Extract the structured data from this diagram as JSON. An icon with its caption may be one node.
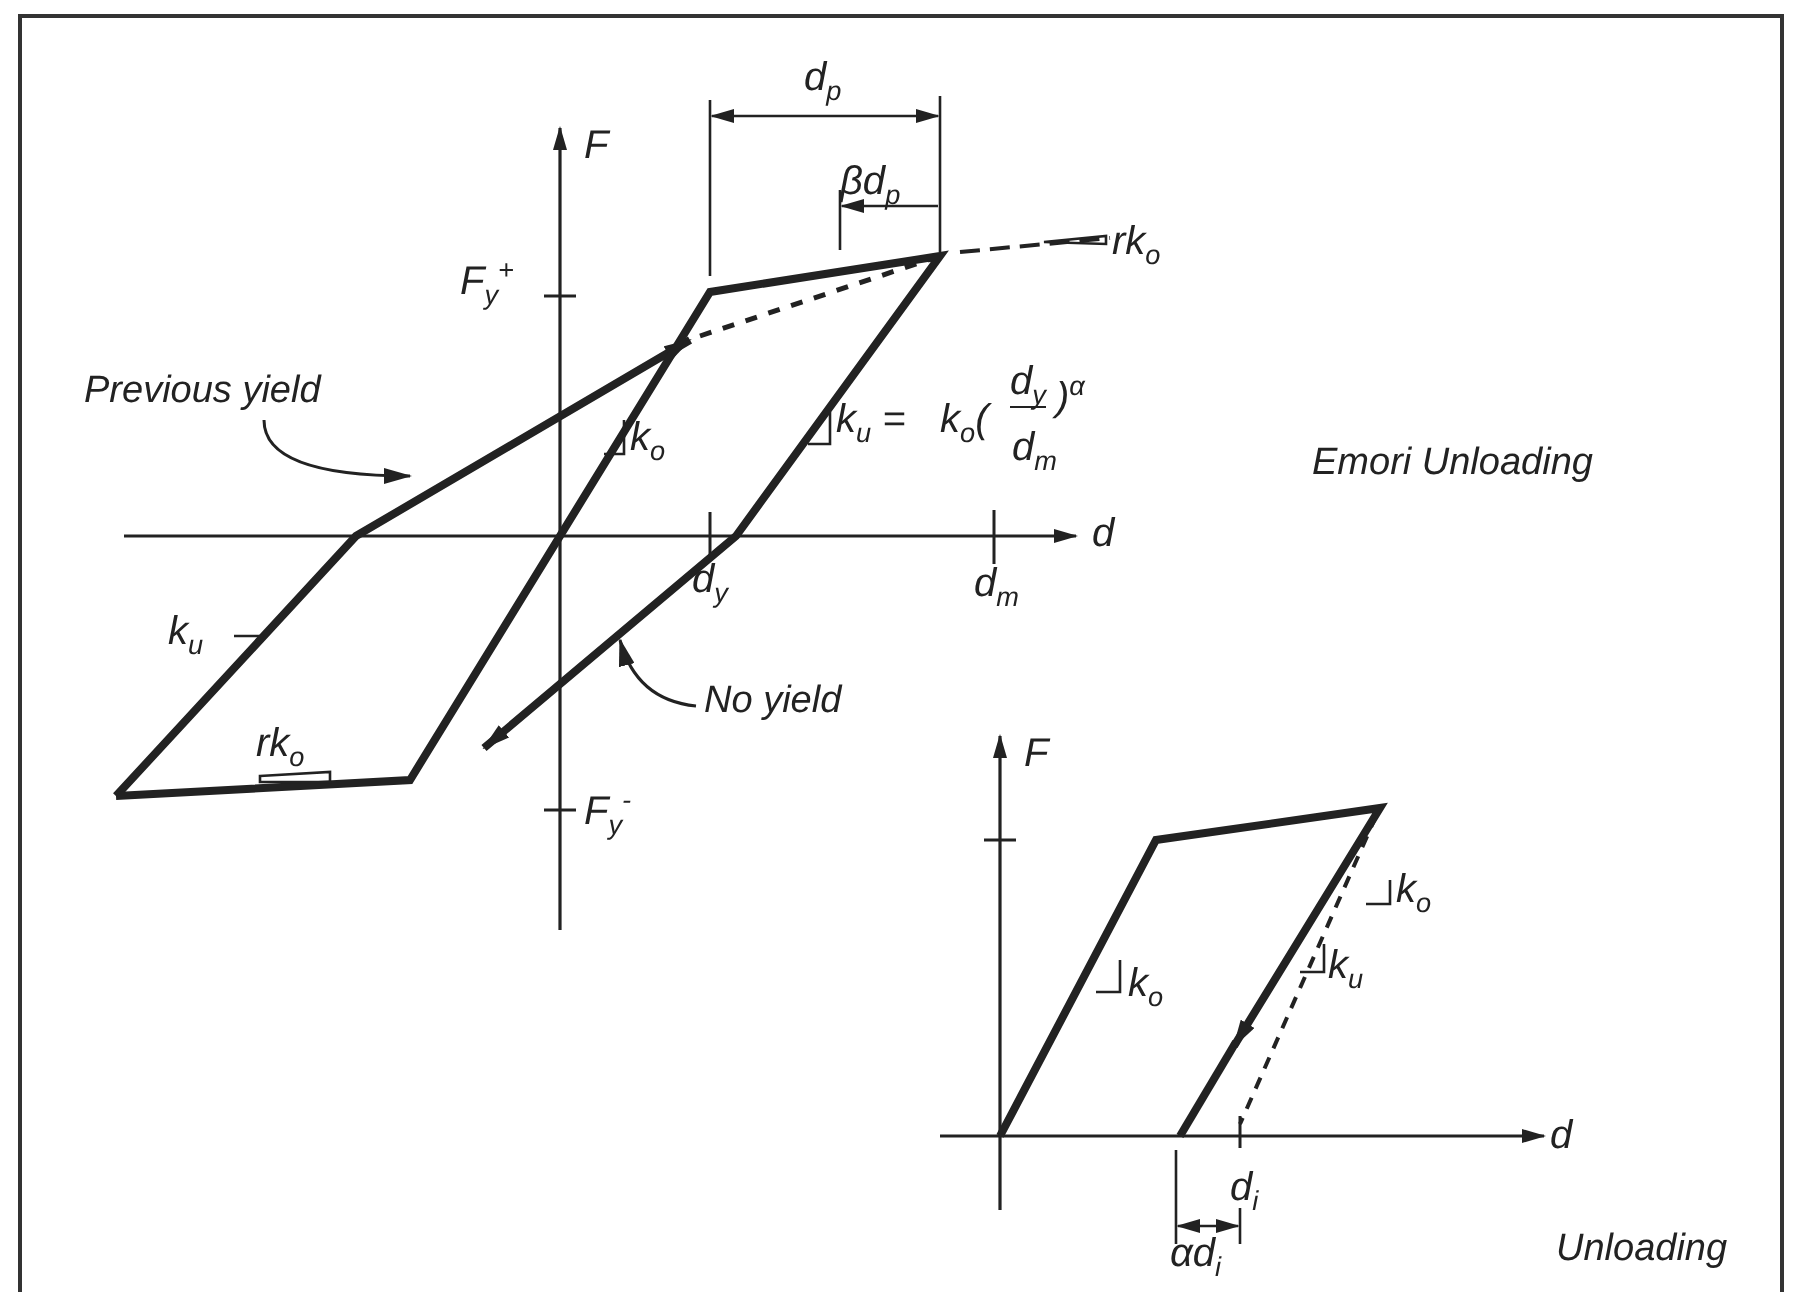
{
  "diagram": {
    "nodes": [
      {
        "text": [
          "Previous yield"
        ]
      },
      {
        "text": [
          "No yield"
        ]
      }
    ],
    "edges": [
      {
        "from": 0,
        "to": null,
        "arrow": "to"
      },
      {
        "from": 1,
        "to": null,
        "arrow": "to"
      }
    ],
    "labels": [
      "d$_{p}$",
      "F",
      "βd$_{p}$",
      "F$_{y}$$^{+}$",
      "rk$_{o}$",
      "k$_{o}$",
      "k$_{u}$ =",
      "k$_{o}$(",
      "d$_{y}$",
      "d$_{m}$",
      ")$^{α}$",
      "Emori Unloading",
      "d",
      "k$_{u}$",
      "d$_{y}$",
      "d$_{m}$",
      "rk$_{o}$",
      "F$_{y}$$^{-}$",
      "F",
      "k$_{o}$",
      "k$_{o}$",
      "k$_{u}$",
      "d",
      "d$_{i}$",
      "αd$_{i}$",
      "Unloading"
    ]
  }
}
